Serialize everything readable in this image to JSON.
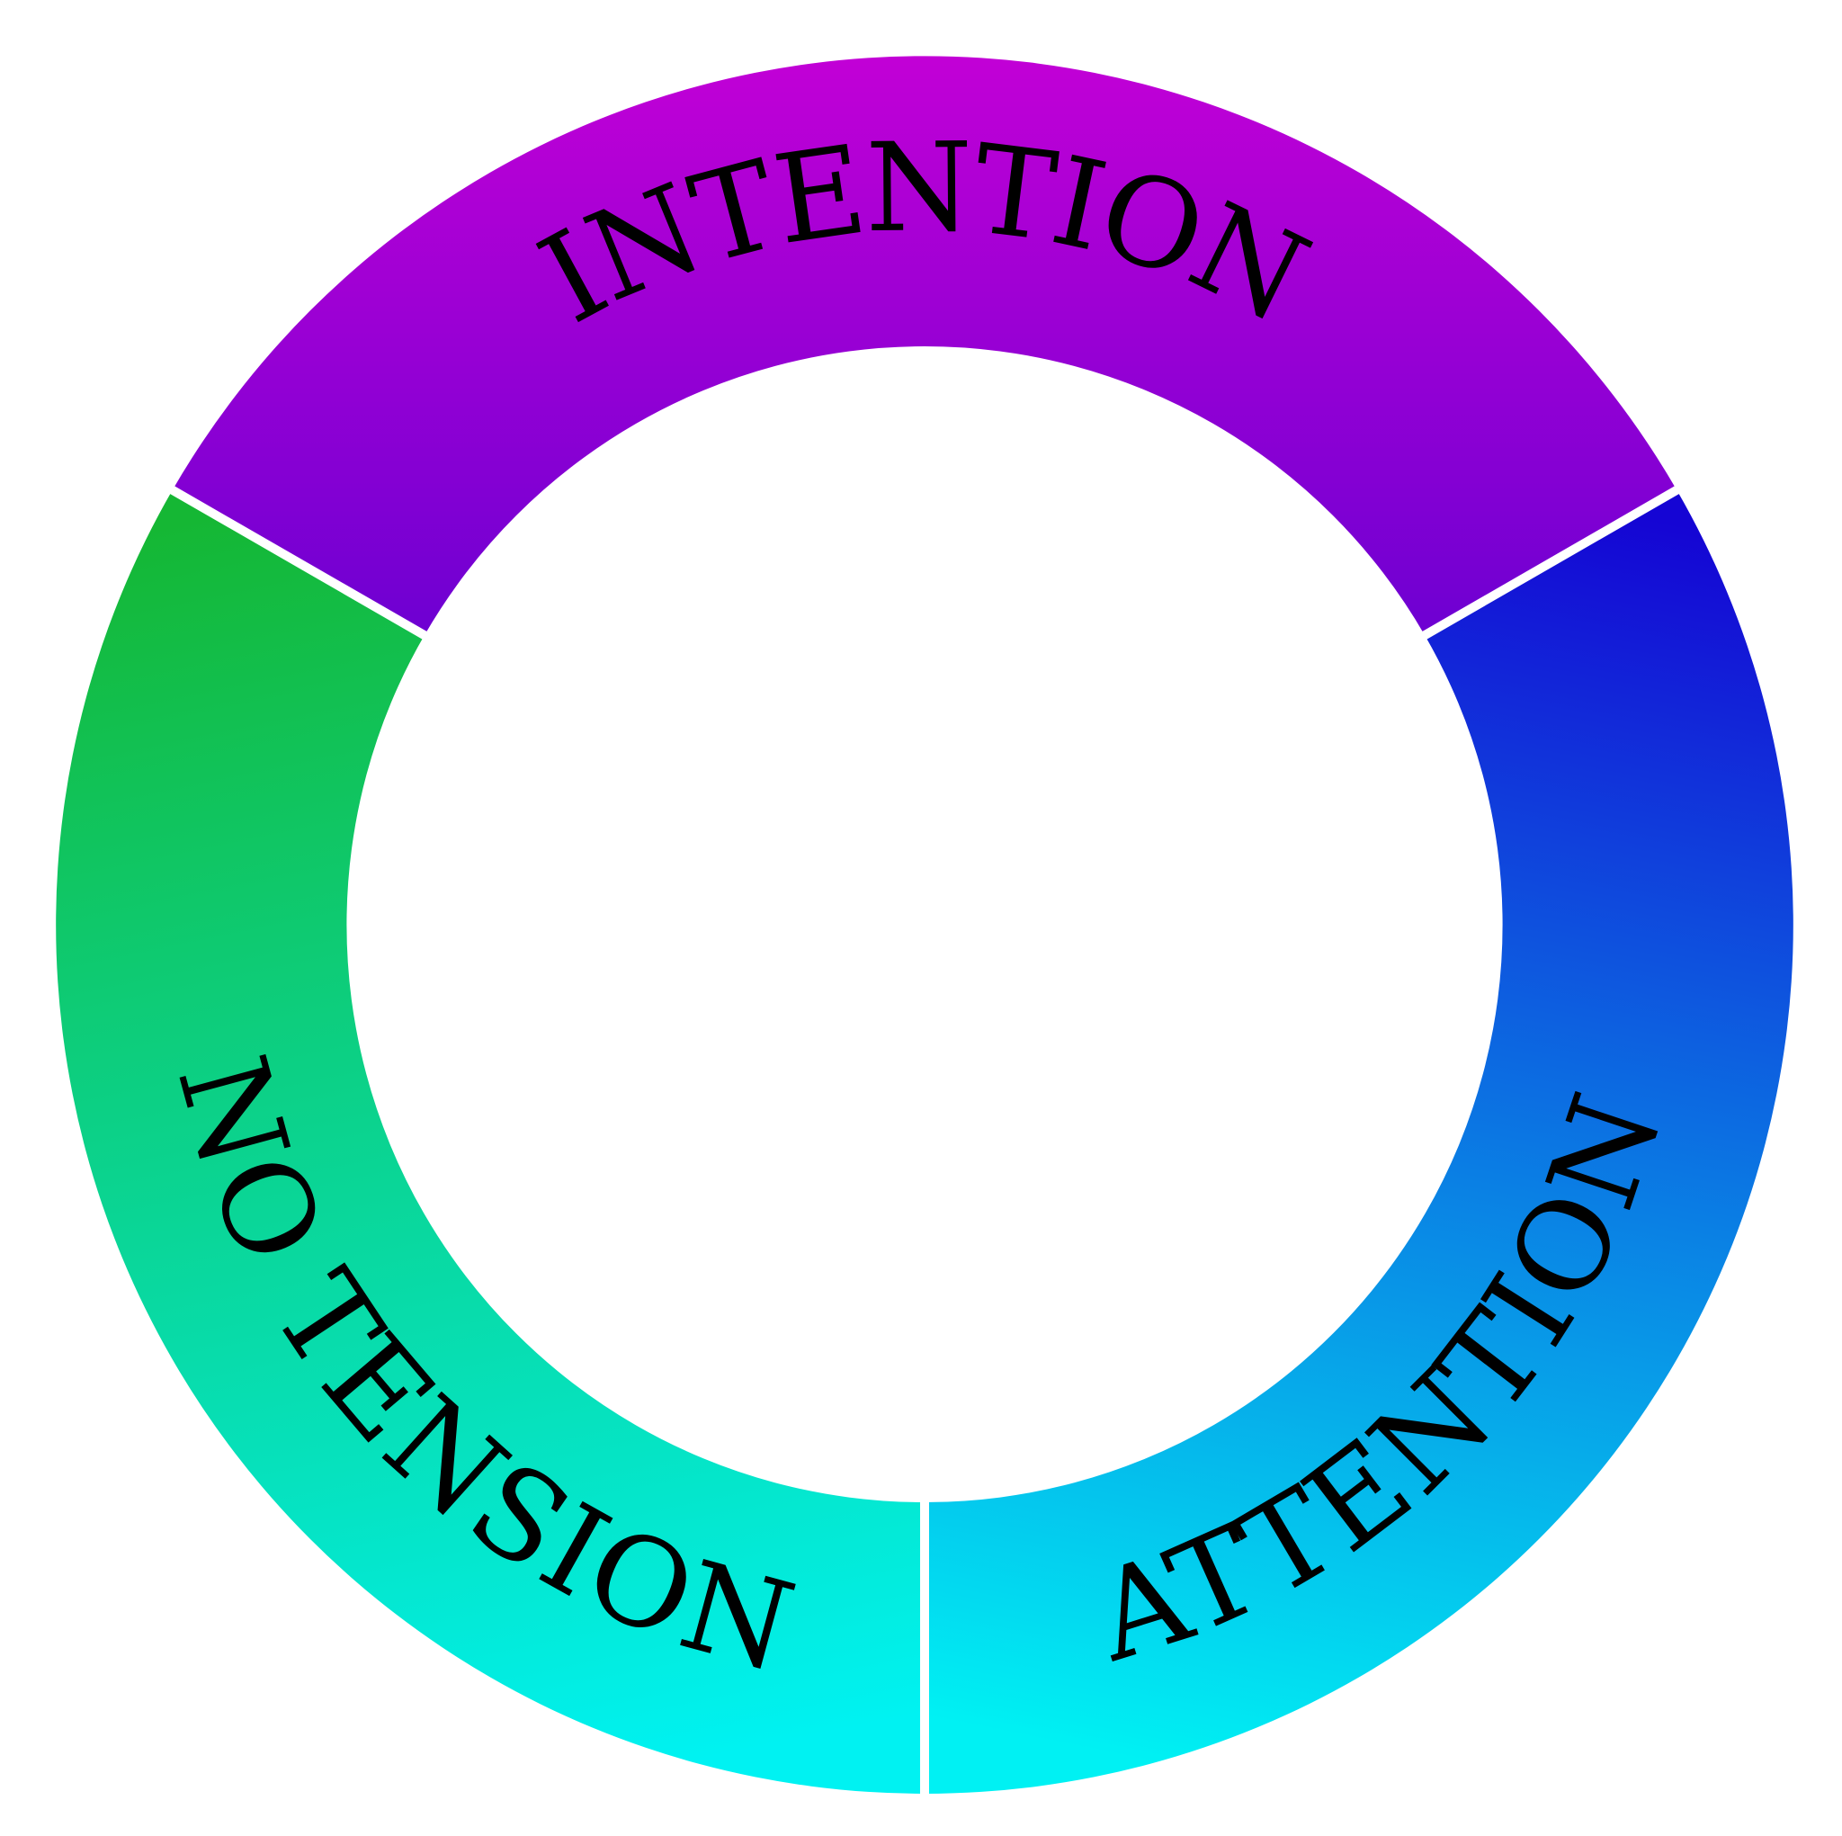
{
  "diagram": {
    "segments": [
      {
        "label": "INTENTION",
        "gradient_start": "#c300d6",
        "gradient_end": "#6e00d2"
      },
      {
        "label": "ATTENTION",
        "gradient_start": "#1505d4",
        "gradient_end": "#00f1f3"
      },
      {
        "label": "NO TENSION",
        "gradient_start": "#15b734",
        "gradient_end": "#00f2f2"
      }
    ],
    "background": "#ffffff",
    "text_color": "#000000",
    "separator_color": "#ffffff"
  }
}
